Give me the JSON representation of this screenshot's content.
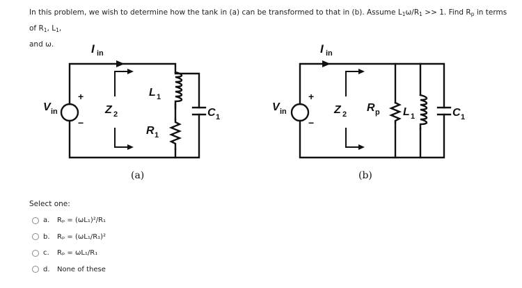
{
  "question": {
    "line1_a": "In this problem, we wish to determine how the tank in (a) can be transformed to that in (b).  Assume  L",
    "line1_sub1": "1",
    "line1_b": "ω/R",
    "line1_sub2": "1",
    "line1_c": " >> 1. Find R",
    "line1_sub3": "p",
    "line1_d": " in terms of R",
    "line1_sub4": "1",
    "line1_e": ", L",
    "line1_sub5": "1",
    "line1_f": ",",
    "line2": "and ω."
  },
  "figure_a": {
    "caption": "(a)",
    "iin": "I",
    "iin_sub": "in",
    "vin": "V",
    "vin_sub": "in",
    "z2": "Z",
    "z2_sub": "2",
    "l1": "L",
    "l1_sub": "1",
    "r1": "R",
    "r1_sub": "1",
    "c1": "C",
    "c1_sub": "1",
    "plus": "+",
    "minus": "−"
  },
  "figure_b": {
    "caption": "(b)",
    "iin": "I",
    "iin_sub": "in",
    "vin": "V",
    "vin_sub": "in",
    "z2": "Z",
    "z2_sub": "2",
    "rp": "R",
    "rp_sub": "p",
    "l1": "L",
    "l1_sub": "1",
    "c1": "C",
    "c1_sub": "1",
    "plus": "+",
    "minus": "−"
  },
  "select_one": "Select one:",
  "options": [
    {
      "letter": "a.",
      "text": "Rₚ = (ωL₁)²/R₁"
    },
    {
      "letter": "b.",
      "text": "Rₚ = (ωL₁/R₁)²"
    },
    {
      "letter": "c.",
      "text": "Rₚ = ωL₁/R₁"
    },
    {
      "letter": "d.",
      "text": "None of these"
    }
  ]
}
